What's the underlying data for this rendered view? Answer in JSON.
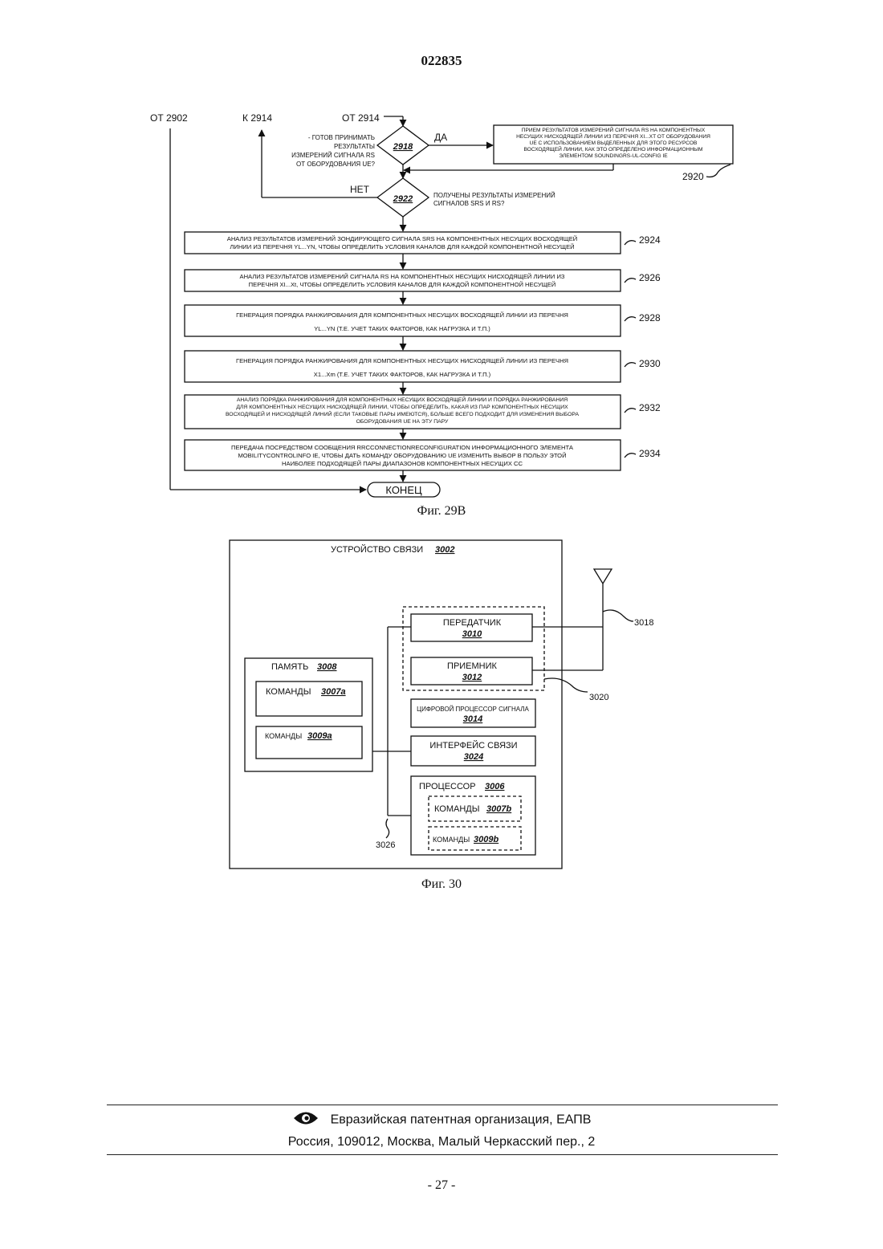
{
  "header": {
    "patent_number": "022835"
  },
  "fig29b": {
    "caption": "Фиг. 29В",
    "connectors": {
      "from_2902": "ОТ 2902",
      "to_2914": "К 2914",
      "from_2914": "ОТ 2914"
    },
    "decision_2918": {
      "ref": "2918",
      "question": [
        "- ГОТОВ ПРИНИМАТЬ",
        "РЕЗУЛЬТАТЫ",
        "ИЗМЕРЕНИЙ СИГНАЛА RS",
        "ОТ ОБОРУДОВАНИЯ UE?"
      ],
      "yes": "ДА"
    },
    "box_2920": {
      "ref": "2920",
      "lines": [
        "ПРИЕМ РЕЗУЛЬТАТОВ ИЗМЕРЕНИЙ СИГНАЛА RS НА КОМПОНЕНТНЫХ",
        "НЕСУЩИХ НИСХОДЯЩЕЙ ЛИНИИ ИЗ ПЕРЕЧНЯ XI...XT ОТ ОБОРУДОВАНИЯ",
        "UE С ИСПОЛЬЗОВАНИЕМ ВЫДЕЛЕННЫХ ДЛЯ ЭТОГО РЕСУРСОВ",
        "ВОСХОДЯЩЕЙ ЛИНИИ, КАК ЭТО ОПРЕДЕЛЕНО ИНФОРМАЦИОННЫМ",
        "ЭЛЕМЕНТОМ SOUNDINGRS-UL-CONFIG IE"
      ]
    },
    "decision_2922": {
      "ref": "2922",
      "no": "НЕТ",
      "question": [
        "ПОЛУЧЕНЫ РЕЗУЛЬТАТЫ ИЗМЕРЕНИЙ",
        "СИГНАЛОВ SRS И RS?"
      ]
    },
    "steps": [
      {
        "ref": "2924",
        "lines": [
          "АНАЛИЗ РЕЗУЛЬТАТОВ ИЗМЕРЕНИЙ ЗОНДИРУЮЩЕГО СИГНАЛА SRS НА КОМПОНЕНТНЫХ НЕСУЩИХ ВОСХОДЯЩЕЙ",
          "ЛИНИИ ИЗ ПЕРЕЧНЯ YL...YN, ЧТОБЫ ОПРЕДЕЛИТЬ УСЛОВИЯ КАНАЛОВ ДЛЯ КАЖДОЙ КОМПОНЕНТНОЙ НЕСУЩЕЙ"
        ]
      },
      {
        "ref": "2926",
        "lines": [
          "АНАЛИЗ РЕЗУЛЬТАТОВ ИЗМЕРЕНИЙ СИГНАЛА RS НА КОМПОНЕНТНЫХ НЕСУЩИХ НИСХОДЯЩЕЙ ЛИНИИ ИЗ",
          "ПЕРЕЧНЯ XI...Xt, ЧТОБЫ ОПРЕДЕЛИТЬ УСЛОВИЯ КАНАЛОВ ДЛЯ КАЖДОЙ КОМПОНЕНТНОЙ НЕСУЩЕЙ"
        ]
      },
      {
        "ref": "2928",
        "lines": [
          "ГЕНЕРАЦИЯ ПОРЯДКА РАНЖИРОВАНИЯ ДЛЯ КОМПОНЕНТНЫХ НЕСУЩИХ ВОСХОДЯЩЕЙ ЛИНИИ ИЗ ПЕРЕЧНЯ",
          "YL...YN (Т.Е. УЧЕТ ТАКИХ ФАКТОРОВ, КАК НАГРУЗКА И Т.П.)"
        ]
      },
      {
        "ref": "2930",
        "lines": [
          "ГЕНЕРАЦИЯ ПОРЯДКА РАНЖИРОВАНИЯ ДЛЯ КОМПОНЕНТНЫХ НЕСУЩИХ НИСХОДЯЩЕЙ ЛИНИИ ИЗ ПЕРЕЧНЯ",
          "X1...Xm (Т.Е. УЧЕТ ТАКИХ ФАКТОРОВ, КАК НАГРУЗКА И Т.П.)"
        ]
      },
      {
        "ref": "2932",
        "lines": [
          "АНАЛИЗ ПОРЯДКА РАНЖИРОВАНИЯ ДЛЯ КОМПОНЕНТНЫХ НЕСУЩИХ ВОСХОДЯЩЕЙ ЛИНИИ И ПОРЯДКА РАНЖИРОВАНИЯ",
          "ДЛЯ КОМПОНЕНТНЫХ НЕСУЩИХ НИСХОДЯЩЕЙ ЛИНИИ, ЧТОБЫ ОПРЕДЕЛИТЬ, КАКАЯ ИЗ ПАР КОМПОНЕНТНЫХ НЕСУЩИХ",
          "ВОСХОДЯЩЕЙ И НИСХОДЯЩЕЙ ЛИНИЙ (ЕСЛИ ТАКОВЫЕ ПАРЫ ИМЕЮТСЯ), БОЛЬШЕ ВСЕГО ПОДХОДИТ ДЛЯ ИЗМЕНЕНИЯ ВЫБОРА",
          "ОБОРУДОВАНИЯ UE НА ЭТУ ПАРУ"
        ]
      },
      {
        "ref": "2934",
        "lines": [
          "ПЕРЕДАЧА ПОСРЕДСТВОМ СООБЩЕНИЯ RRCCONNECTIONRECONFIGURATION ИНФОРМАЦИОННОГО ЭЛЕМЕНТА",
          "MOBILITYCONTROLINFO IE, ЧТОБЫ ДАТЬ КОМАНДУ ОБОРУДОВАНИЮ UE ИЗМЕНИТЬ ВЫБОР В ПОЛЬЗУ ЭТОЙ",
          "НАИБОЛЕЕ ПОДХОДЯЩЕЙ ПАРЫ ДИАПАЗОНОВ КОМПОНЕНТНЫХ НЕСУЩИХ CC"
        ]
      }
    ],
    "end": "КОНЕЦ"
  },
  "fig30": {
    "caption": "Фиг. 30",
    "device": {
      "label": "УСТРОЙСТВО СВЯЗИ",
      "ref": "3002"
    },
    "memory": {
      "label": "ПАМЯТЬ",
      "ref": "3008"
    },
    "mem_cmd_a": {
      "label": "КОМАНДЫ",
      "ref": "3007a"
    },
    "mem_cmd_b": {
      "label": "КОМАНДЫ",
      "ref": "3009a"
    },
    "transmitter": {
      "label": "ПЕРЕДАТЧИК",
      "ref": "3010"
    },
    "receiver": {
      "label": "ПРИЕМНИК",
      "ref": "3012"
    },
    "dsp": {
      "label": "ЦИФРОВОЙ ПРОЦЕССОР СИГНАЛА",
      "ref": "3014"
    },
    "comm_interface": {
      "label": "ИНТЕРФЕЙС СВЯЗИ",
      "ref": "3024"
    },
    "processor": {
      "label": "ПРОЦЕССОР",
      "ref": "3006"
    },
    "proc_cmd_a": {
      "label": "КОМАНДЫ",
      "ref": "3007b"
    },
    "proc_cmd_b": {
      "label": "КОМАНДЫ",
      "ref": "3009b"
    },
    "antenna_ref": "3018",
    "transceiver_ref": "3020",
    "bus_ref": "3026"
  },
  "footer": {
    "organization": "Евразийская патентная организация, ЕАПВ",
    "address": "Россия, 109012, Москва, Малый Черкасский пер., 2",
    "page": "- 27 -"
  }
}
